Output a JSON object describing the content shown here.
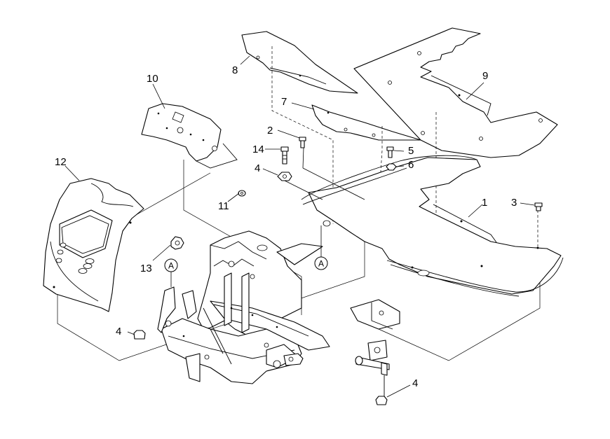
{
  "callouts": [
    {
      "id": "c1",
      "label": "1"
    },
    {
      "id": "c2",
      "label": "2"
    },
    {
      "id": "c3",
      "label": "3"
    },
    {
      "id": "c4a",
      "label": "4"
    },
    {
      "id": "c4b",
      "label": "4"
    },
    {
      "id": "c4c",
      "label": "4"
    },
    {
      "id": "c5",
      "label": "5"
    },
    {
      "id": "c6",
      "label": "6"
    },
    {
      "id": "c7",
      "label": "7"
    },
    {
      "id": "c8",
      "label": "8"
    },
    {
      "id": "c9",
      "label": "9"
    },
    {
      "id": "c10",
      "label": "10"
    },
    {
      "id": "c11",
      "label": "11"
    },
    {
      "id": "c12",
      "label": "12"
    },
    {
      "id": "c13",
      "label": "13"
    },
    {
      "id": "c14",
      "label": "14"
    }
  ],
  "reference_marks": [
    {
      "id": "refA1",
      "label": "A"
    },
    {
      "id": "refA2",
      "label": "A"
    }
  ]
}
